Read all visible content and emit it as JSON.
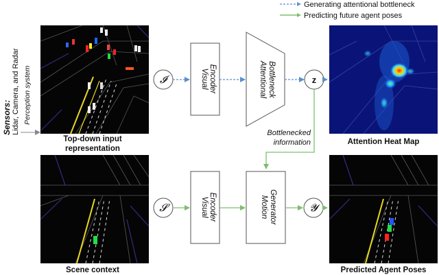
{
  "legend": {
    "items": [
      {
        "label": "Generating attentional bottleneck",
        "color": "#5b8fd0",
        "style": "dashed"
      },
      {
        "label": "Predicting future agent poses",
        "color": "#7cbf6e",
        "style": "solid"
      }
    ]
  },
  "sensors": {
    "title": "Sensors:",
    "list": "Lidar, Camera, and Radar",
    "system": "Perception system"
  },
  "panels": {
    "input": {
      "label_line1": "Top-down input",
      "label_line2": "representation"
    },
    "scene": {
      "label": "Scene context"
    },
    "heatmap": {
      "label": "Attention Heat Map"
    },
    "predicted": {
      "label": "Predicted Agent Poses"
    }
  },
  "blocks": {
    "visual_encoder_top": {
      "line1": "Visual",
      "line2": "Encoder"
    },
    "attentional_bottleneck": {
      "line1": "Attentional",
      "line2": "Bottleneck"
    },
    "visual_encoder_bottom": {
      "line1": "Visual",
      "line2": "Encoder"
    },
    "motion_generator": {
      "line1": "Motion",
      "line2": "Generator"
    }
  },
  "symbols": {
    "I": "𝓘",
    "z": "z",
    "S": "𝓢",
    "Y": "𝓨"
  },
  "annotation": {
    "line1": "Bottlenecked",
    "line2": "information"
  },
  "colors": {
    "dashed_arrow": "#5b8fd0",
    "solid_arrow": "#7cbf6e",
    "map_background": "#050505",
    "lane_yellow": "#e8d820",
    "heat_background": "#0a1478"
  }
}
